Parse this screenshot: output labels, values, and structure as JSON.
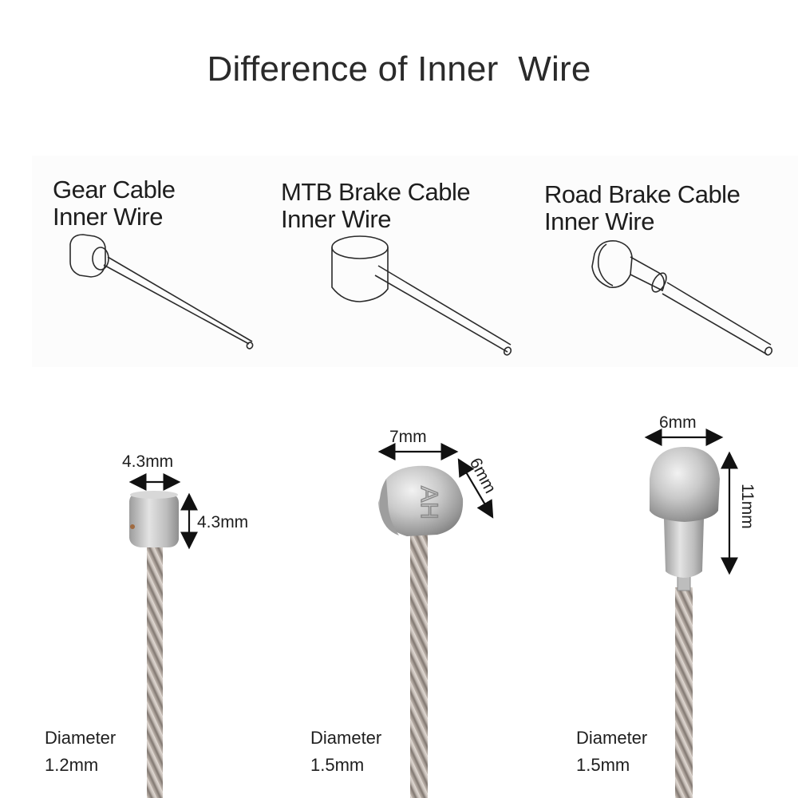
{
  "title": "Difference of Inner  Wire",
  "cables": [
    {
      "name_line1": "Gear Cable",
      "name_line2": "Inner Wire",
      "icon": "barrel-end-icon",
      "dims": [
        "4.3mm",
        "4.3mm"
      ],
      "diameter_label": "Diameter",
      "diameter_value": "1.2mm"
    },
    {
      "name_line1": "MTB Brake Cable",
      "name_line2": "Inner Wire",
      "icon": "drum-end-icon",
      "dims": [
        "7mm",
        "6mm"
      ],
      "head_marking": "AH",
      "diameter_label": "Diameter",
      "diameter_value": "1.5mm"
    },
    {
      "name_line1": "Road Brake Cable",
      "name_line2": "Inner Wire",
      "icon": "pear-end-icon",
      "dims": [
        "6mm",
        "11mm"
      ],
      "diameter_label": "Diameter",
      "diameter_value": "1.5mm"
    }
  ],
  "colors": {
    "wire": "#b6aca4",
    "metal_head": "#c8c8c8",
    "dimension_arrow": "#111111"
  }
}
